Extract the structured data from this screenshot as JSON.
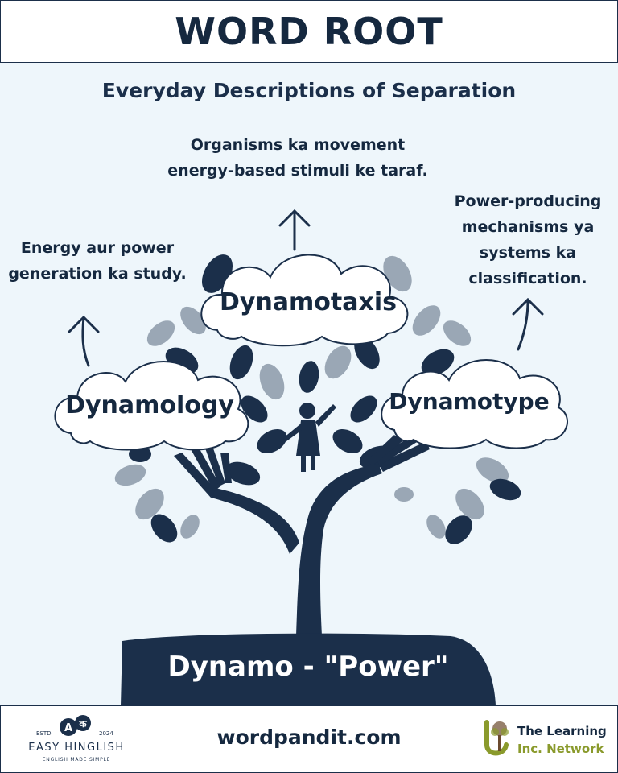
{
  "header": {
    "title": "WORD ROOT"
  },
  "subtitle": "Everyday Descriptions of Separation",
  "descriptions": {
    "top": "Organisms ka movement energy-based stimuli ke taraf.",
    "left": "Energy aur power generation ka study.",
    "right": "Power-producing mechanisms ya systems ka classification."
  },
  "words": {
    "top": "Dynamotaxis",
    "left": "Dynamology",
    "right": "Dynamotype"
  },
  "root": "Dynamo - \"Power\"",
  "footer": {
    "site": "wordpandit.com",
    "easy_hinglish": {
      "estd": "ESTD",
      "year": "2024",
      "bubble_a": "A",
      "bubble_k": "क",
      "name": "EASY HINGLISH",
      "tagline": "ENGLISH MADE SIMPLE"
    },
    "learning_network": {
      "line1": "The Learning",
      "line2": "Inc. Network"
    }
  },
  "colors": {
    "navy": "#1b2f4a",
    "background": "#eef6fb",
    "leaf_gray": "#9aa7b5",
    "olive": "#8a9a2c"
  }
}
